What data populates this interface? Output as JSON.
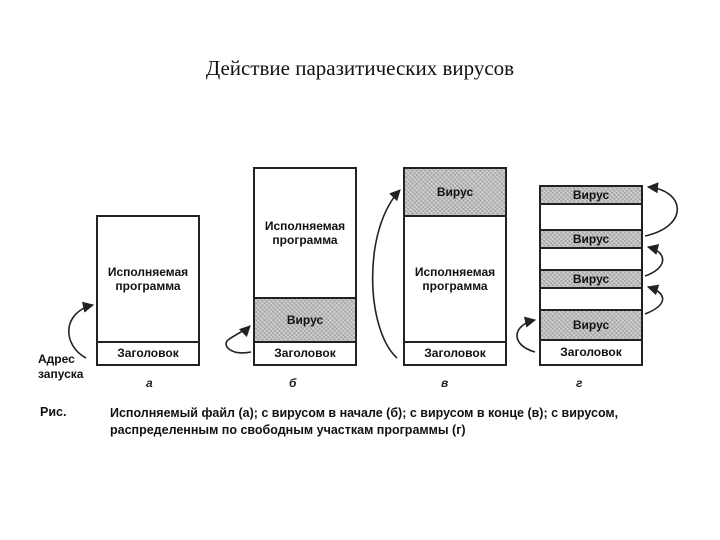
{
  "title": "Действие паразитических вирусов",
  "labels": {
    "program": "Исполняемая программа",
    "virus": "Вирус",
    "header": "Заголовок",
    "start_address": "Адрес запуска"
  },
  "panels": [
    {
      "id": "a",
      "label": "а"
    },
    {
      "id": "b",
      "label": "б"
    },
    {
      "id": "v",
      "label": "в"
    },
    {
      "id": "g",
      "label": "г"
    }
  ],
  "caption": {
    "head": "Рис.",
    "text": "Исполняемый файл (а); с вирусом в начале (б); с вирусом в конце (в); с вирусом, распределенным по свободным участкам программы (г)"
  }
}
